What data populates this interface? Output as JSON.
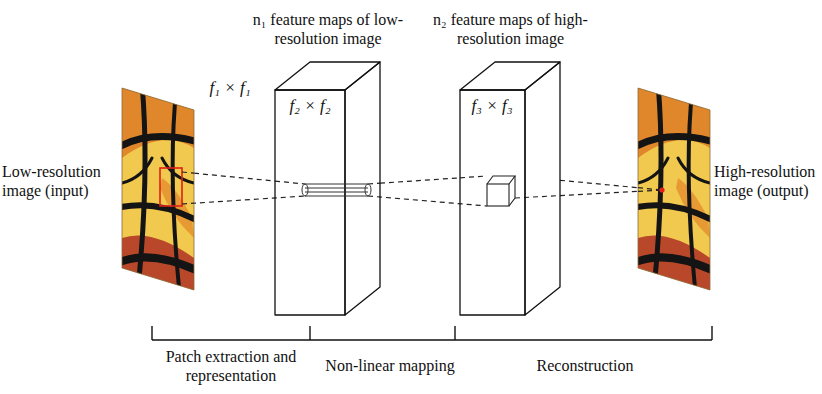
{
  "diagram": {
    "nodes": [
      {
        "text": [
          "Low-resolution image (input)"
        ]
      },
      {
        "text": [
          "n₁ feature maps of low-resolution image",
          "f₂ × f₂"
        ]
      },
      {
        "text": [
          "n₂ feature maps of high-resolution image",
          "f₃ × f₃"
        ]
      },
      {
        "text": [
          "High-resolution image (output)"
        ]
      }
    ],
    "edges": [
      {
        "from": 0,
        "to": 1,
        "arrow": "none"
      },
      {
        "from": 1,
        "to": 2,
        "arrow": "none"
      },
      {
        "from": 2,
        "to": 3,
        "arrow": "none"
      }
    ],
    "labels": [
      "f₁ × f₁",
      "Patch extraction and representation",
      "Non-linear mapping",
      "Reconstruction"
    ]
  }
}
